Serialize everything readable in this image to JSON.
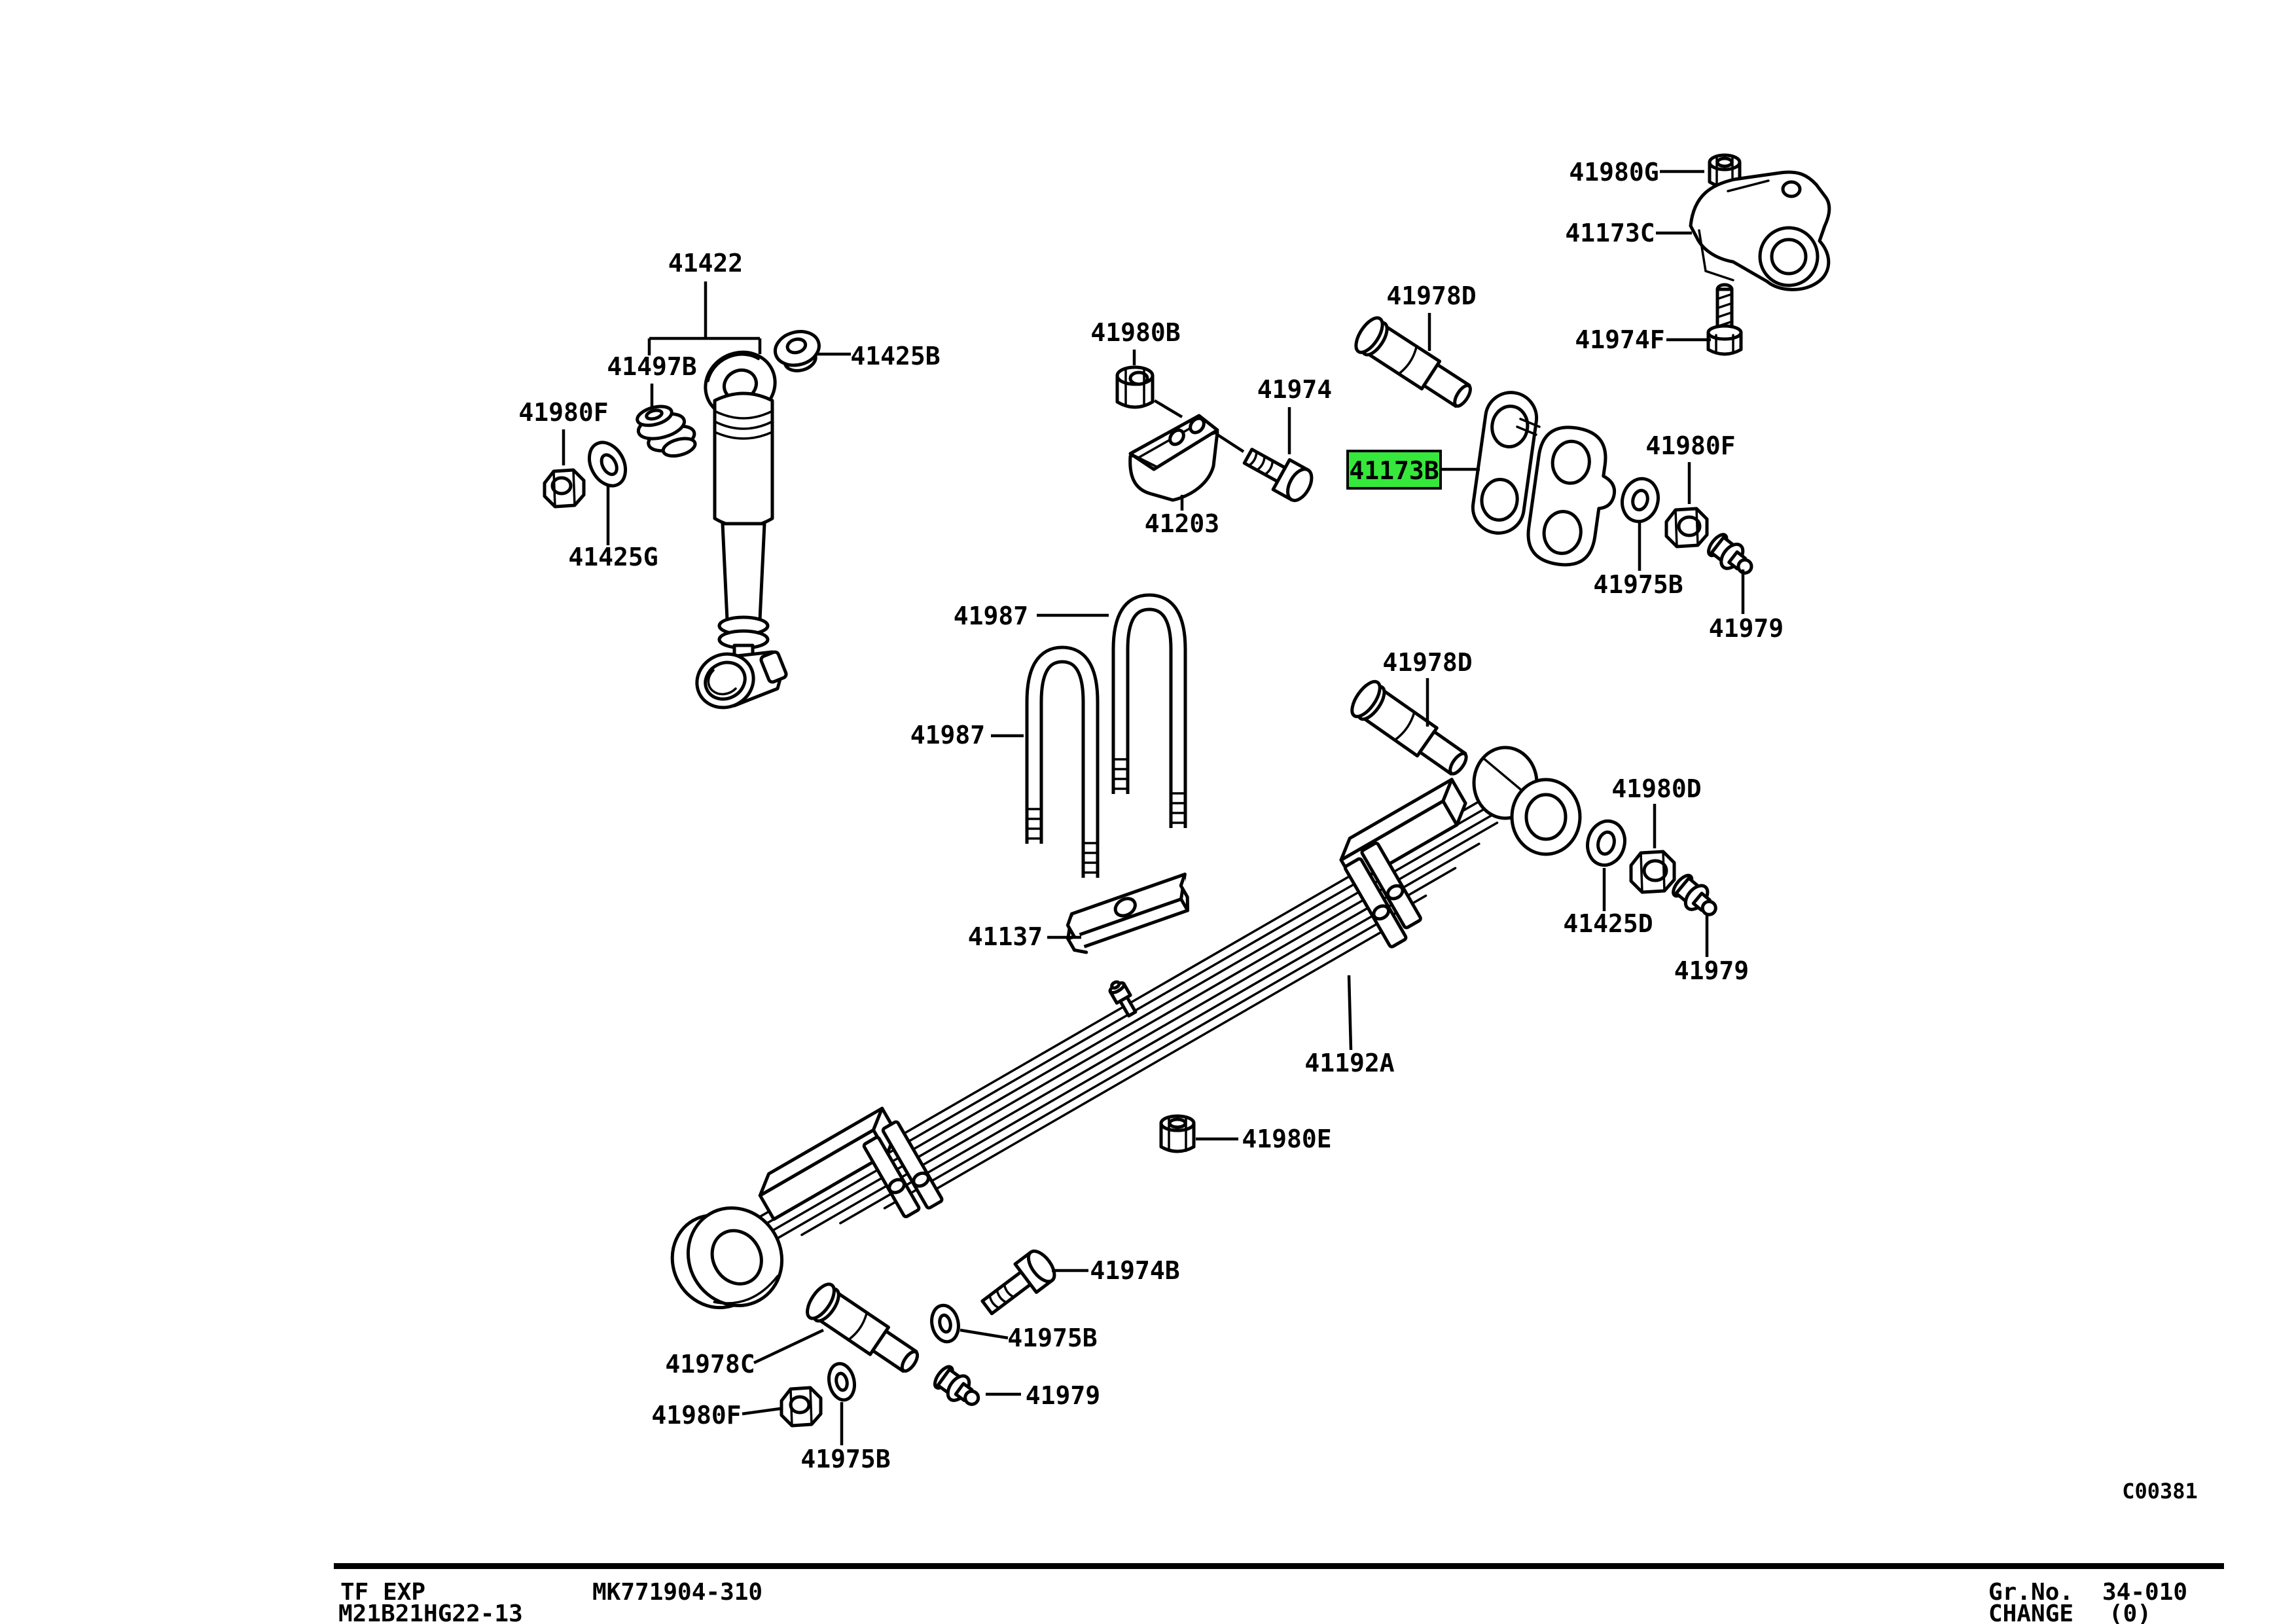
{
  "highlight": {
    "code": "41173B",
    "color": "#35e83b"
  },
  "labels": [
    {
      "code": "41422"
    },
    {
      "code": "41497B"
    },
    {
      "code": "41425B"
    },
    {
      "code": "41980F"
    },
    {
      "code": "41425G"
    },
    {
      "code": "41980B"
    },
    {
      "code": "41974"
    },
    {
      "code": "41203"
    },
    {
      "code": "41978D"
    },
    {
      "code": "41980G"
    },
    {
      "code": "41173C"
    },
    {
      "code": "41974F"
    },
    {
      "code": "41980F"
    },
    {
      "code": "41975B"
    },
    {
      "code": "41979"
    },
    {
      "code": "41987"
    },
    {
      "code": "41987"
    },
    {
      "code": "41137"
    },
    {
      "code": "41978D"
    },
    {
      "code": "41980D"
    },
    {
      "code": "41425D"
    },
    {
      "code": "41979"
    },
    {
      "code": "41192A"
    },
    {
      "code": "41980E"
    },
    {
      "code": "41974B"
    },
    {
      "code": "41975B"
    },
    {
      "code": "41978C"
    },
    {
      "code": "41979"
    },
    {
      "code": "41980F"
    },
    {
      "code": "41975B"
    }
  ],
  "diagram_code": "C00381",
  "footer": {
    "market": "TF EXP",
    "catalog_no": "MK771904-310",
    "model_code": "M21B21HG22-13",
    "gr_no_label": "Gr.No.",
    "gr_no_value": "34-010",
    "change_label": "CHANGE",
    "change_value": "(0)"
  }
}
